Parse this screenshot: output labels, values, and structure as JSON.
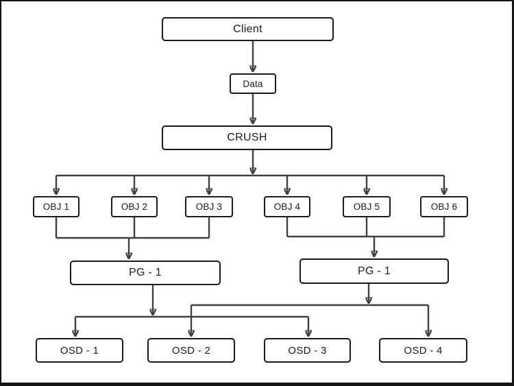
{
  "diagram": {
    "title": "Ceph data placement flow diagram",
    "colors": {
      "background": "#ffffff",
      "box_fill": "#ffffff",
      "box_border": "#1b1b1b",
      "connector": "#3b4047",
      "page_border": "#151515"
    },
    "nodes": {
      "client": {
        "label": "Client"
      },
      "data": {
        "label": "Data"
      },
      "crush": {
        "label": "CRUSH"
      },
      "obj1": {
        "label": "OBJ 1"
      },
      "obj2": {
        "label": "OBJ 2"
      },
      "obj3": {
        "label": "OBJ 3"
      },
      "obj4": {
        "label": "OBJ 4"
      },
      "obj5": {
        "label": "OBJ 5"
      },
      "obj6": {
        "label": "OBJ 6"
      },
      "pg_left": {
        "label": "PG - 1"
      },
      "pg_right": {
        "label": "PG - 1"
      },
      "osd1": {
        "label": "OSD - 1"
      },
      "osd2": {
        "label": "OSD - 2"
      },
      "osd3": {
        "label": "OSD - 3"
      },
      "osd4": {
        "label": "OSD - 4"
      }
    },
    "edges": [
      "Client -> Data",
      "Data -> CRUSH",
      "CRUSH -> OBJ 1",
      "CRUSH -> OBJ 2",
      "CRUSH -> OBJ 3",
      "CRUSH -> OBJ 4",
      "CRUSH -> OBJ 5",
      "CRUSH -> OBJ 6",
      "OBJ 1 -> PG - 1 (left)",
      "OBJ 2 -> PG - 1 (left)",
      "OBJ 3 -> PG - 1 (left)",
      "OBJ 4 -> PG - 1 (right)",
      "OBJ 5 -> PG - 1 (right)",
      "OBJ 6 -> PG - 1 (right)",
      "PG - 1 (left) -> OSD - 1",
      "PG - 1 (left) -> OSD - 3",
      "PG - 1 (right) -> OSD - 2",
      "PG - 1 (right) -> OSD - 4"
    ]
  }
}
